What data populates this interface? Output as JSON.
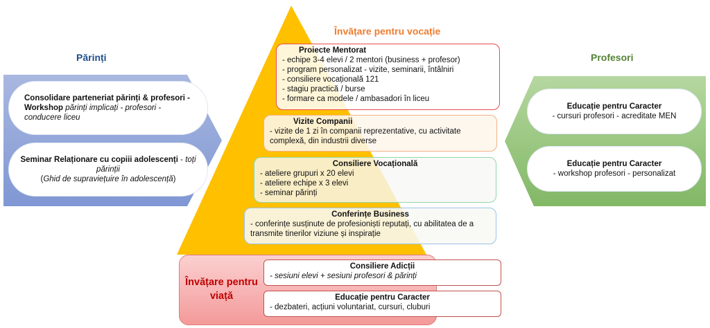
{
  "colors": {
    "parents": "#1f4e8c",
    "vocation": "#ed7d31",
    "teachers": "#548235",
    "life": "#c00000",
    "pyramid": "#ffc000"
  },
  "parents": {
    "title": "Părinți",
    "item1": {
      "bold": "Consolidare parteneriat părinți & profesori - Workshop",
      "italic": "părinți implicați - profesori - conducere liceu"
    },
    "item2": {
      "bold": "Seminar Relaționare cu copiii adolescenți",
      "sep": " - ",
      "italic": "toți părinții",
      "paren_open": "(",
      "italic2": "Ghid de supraviețuire în adolescență",
      "paren_close": ")"
    }
  },
  "teachers": {
    "title": "Profesori",
    "item1": {
      "bold": "Educație pentru Caracter",
      "text": "- cursuri profesori - acreditate MEN"
    },
    "item2": {
      "bold": "Educație pentru Caracter",
      "text": "- workshop profesori - personalizat"
    }
  },
  "vocation": {
    "title": "Învățare pentru vocație",
    "mentorat": {
      "title": "Proiecte Mentorat",
      "lines": [
        "- echipe 3-4 elevi / 2 mentori (business + profesor)",
        "- program personalizat - vizite, seminarii, întâlniri",
        "- consiliere vocațională 121",
        "- stagiu practică /  burse",
        "- formare ca modele / ambasadori în liceu"
      ]
    },
    "vizite": {
      "title": "Vizite Companii",
      "lines": [
        "- vizite de 1 zi în companii reprezentative, cu activitate complexă, din industrii diverse"
      ]
    },
    "consiliere": {
      "title": "Consiliere Vocațională",
      "lines": [
        "- ateliere grupuri x 20 elevi",
        "- ateliere echipe x 3 elevi",
        "- seminar părinți"
      ]
    },
    "conferinte": {
      "title": "Conferințe Business",
      "lines": [
        "- conferințe susținute de profesioniști reputați, cu abilitatea de a transmite tinerilor viziune și inspirație"
      ]
    }
  },
  "life": {
    "title": "Învățare pentru viață",
    "adictii": {
      "title": "Consiliere Adicții",
      "text": "- sesiuni elevi + sesiuni profesori & părinți"
    },
    "caracter": {
      "title": "Educație pentru Caracter",
      "text": "- dezbateri, acțiuni voluntariat, cursuri, cluburi"
    }
  }
}
